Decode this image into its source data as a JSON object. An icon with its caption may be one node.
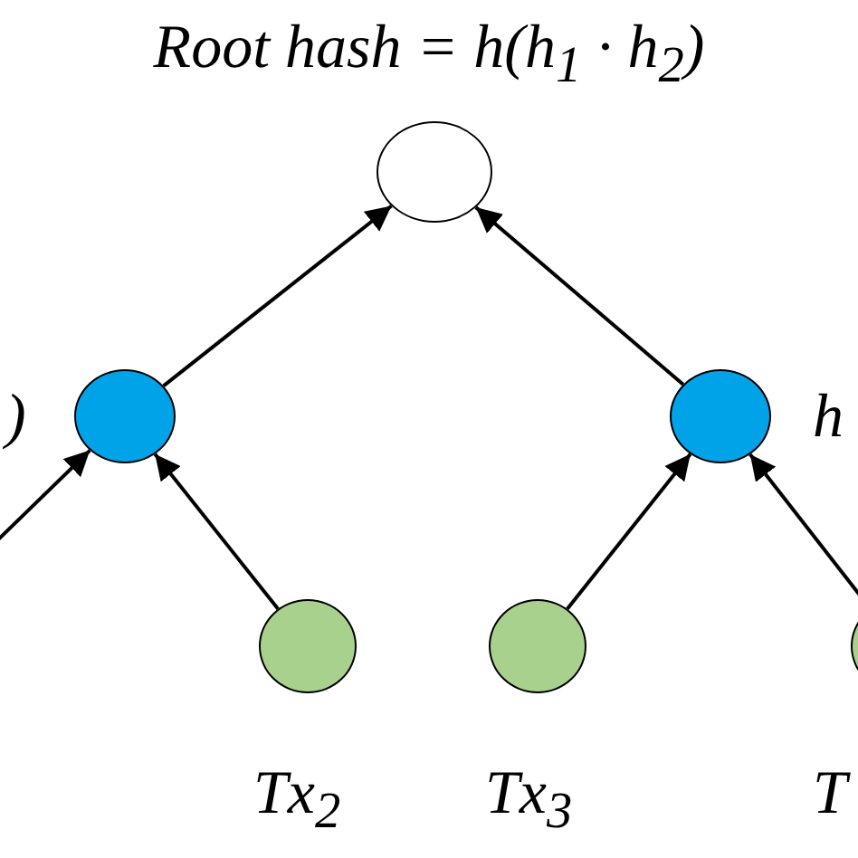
{
  "diagram": {
    "title": "Root hash = h(h$_{1}$ · h$_{2}$)",
    "nodes": [
      {
        "text": [],
        "shape": "circle"
      },
      {
        "text": [],
        "shape": "circle",
        "beside": [
          ")"
        ]
      },
      {
        "text": [],
        "shape": "circle",
        "beside": [
          "h"
        ]
      },
      {
        "text": [],
        "shape": "circle",
        "beside": [
          "Tx$_{2}$"
        ]
      },
      {
        "text": [],
        "shape": "circle",
        "beside": [
          "Tx$_{3}$"
        ]
      },
      {
        "text": [],
        "shape": "circle",
        "beside": [
          "T"
        ]
      }
    ],
    "edges": [
      {
        "from": 1,
        "to": 0,
        "arrow": "to"
      },
      {
        "from": 2,
        "to": 0,
        "arrow": "to"
      },
      {
        "from": null,
        "to": 1,
        "arrow": "to"
      },
      {
        "from": 3,
        "to": 1,
        "arrow": "to"
      },
      {
        "from": 4,
        "to": 2,
        "arrow": "to"
      },
      {
        "from": 5,
        "to": 2,
        "arrow": "to"
      }
    ]
  }
}
